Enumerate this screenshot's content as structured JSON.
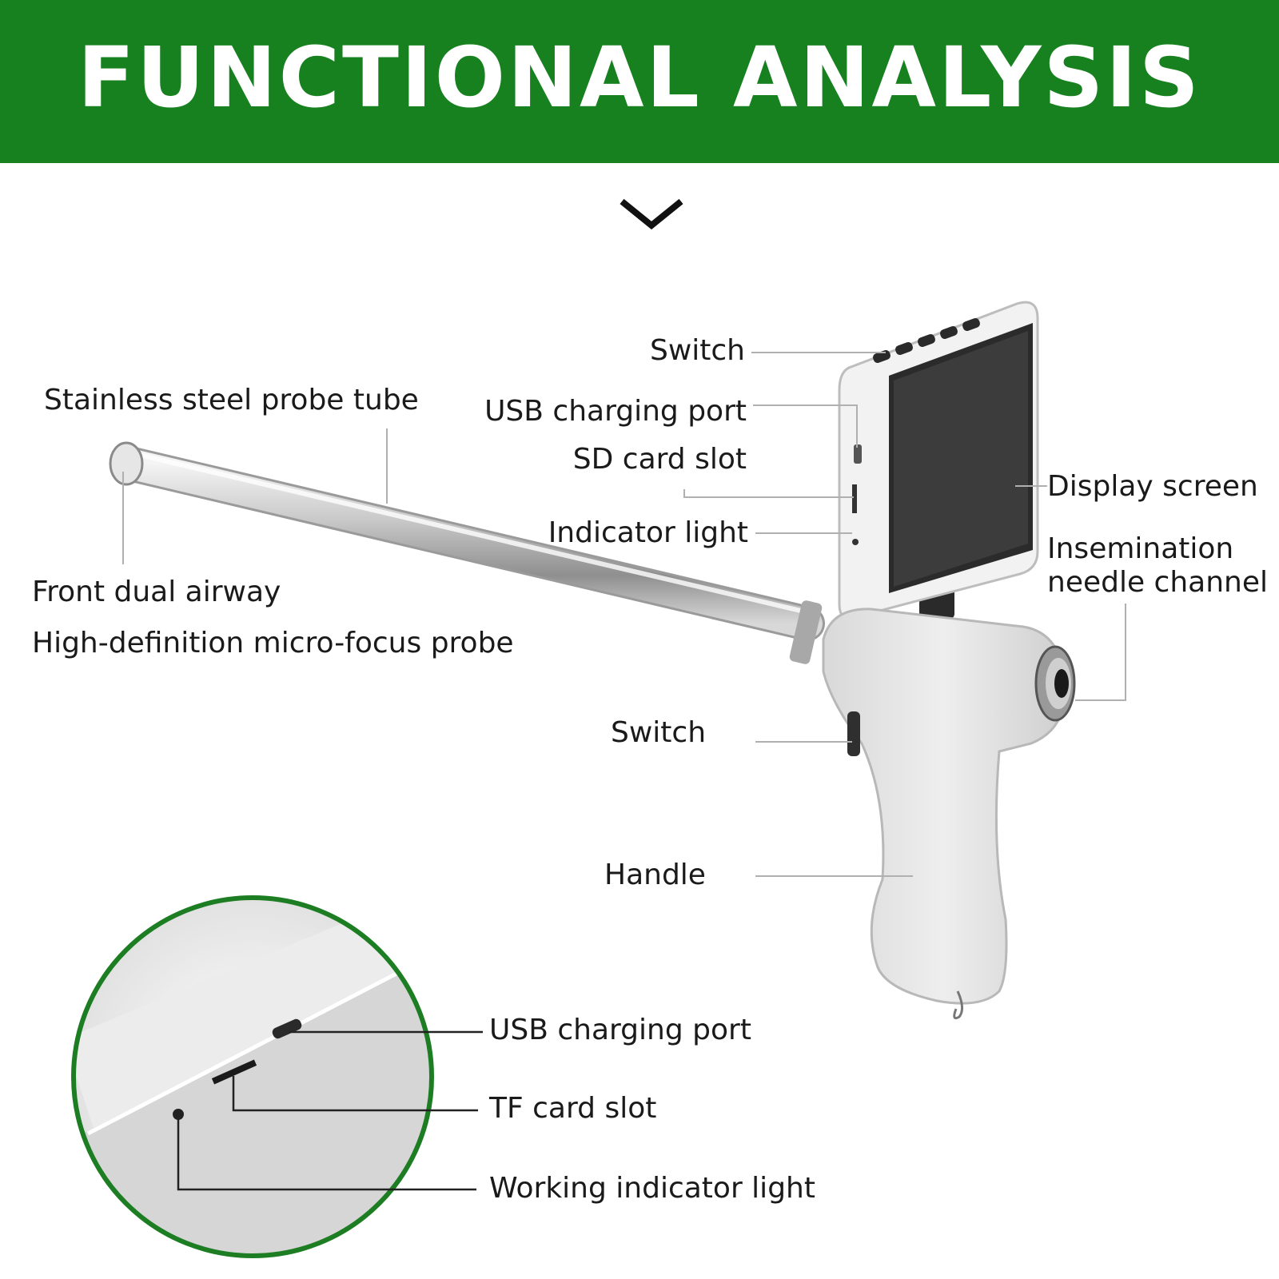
{
  "banner": {
    "title": "FUNCTIONAL ANALYSIS",
    "color": "#17801f"
  },
  "labels": {
    "switch_top": "Switch",
    "probe_tube": "Stainless steel probe tube",
    "usb_port": "USB charging port",
    "sd_slot": "SD card slot",
    "display": "Display screen",
    "indicator": "Indicator light",
    "needle_1": "Insemination",
    "needle_2": "needle channel",
    "dual_airway": "Front dual airway",
    "hd_probe": "High-definition micro-focus probe",
    "switch_mid": "Switch",
    "handle": "Handle"
  },
  "detail": {
    "usb_port": "USB charging port",
    "tf_slot": "TF card slot",
    "working_light": "Working indicator light"
  },
  "icons": {
    "scroll": "chevron-down-icon"
  }
}
